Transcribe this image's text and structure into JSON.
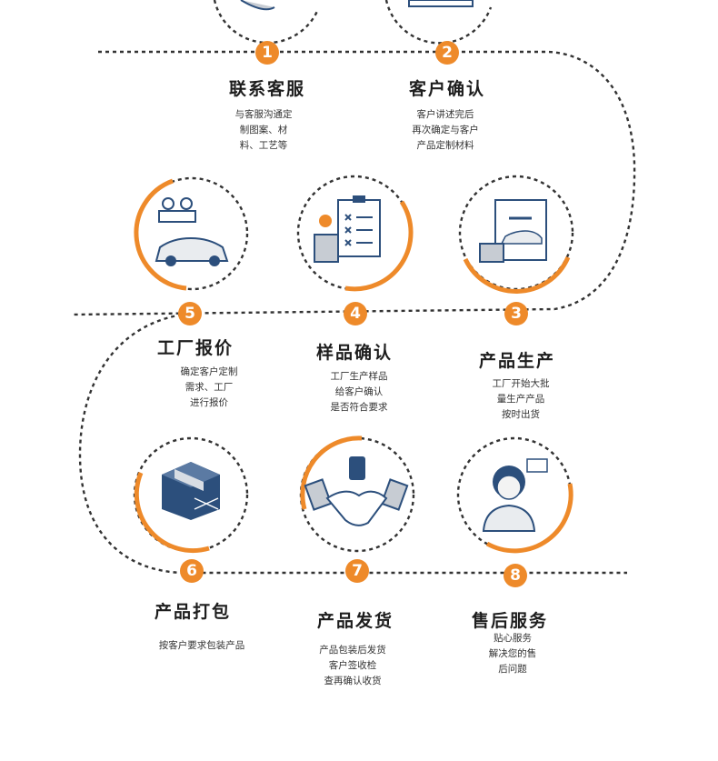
{
  "colors": {
    "accent": "#ee8a2a",
    "dash": "#333333",
    "icon_blue": "#2c4f7c"
  },
  "steps": [
    {
      "num": "1",
      "title": "联系客服",
      "lines": [
        "与客服沟通定",
        "制图案、材",
        "料、工艺等"
      ],
      "icon": "customer-service-icon"
    },
    {
      "num": "2",
      "title": "客户确认",
      "lines": [
        "客户讲述完后",
        "再次确定与客户",
        "产品定制材料"
      ],
      "icon": "confirmation-icon"
    },
    {
      "num": "3",
      "title": "产品生产",
      "lines": [
        "工厂开始大批",
        "量生产产品",
        "按时出货"
      ],
      "icon": "production-icon"
    },
    {
      "num": "4",
      "title": "样品确认",
      "lines": [
        "工厂生产样品",
        "给客户确认",
        "是否符合要求"
      ],
      "icon": "checklist-icon"
    },
    {
      "num": "5",
      "title": "工厂报价",
      "lines": [
        "确定客户定制",
        "需求、工厂",
        "进行报价"
      ],
      "icon": "car-dealer-icon"
    },
    {
      "num": "6",
      "title": "产品打包",
      "lines": [
        "按客户要求包装产品"
      ],
      "icon": "package-box-icon"
    },
    {
      "num": "7",
      "title": "产品发货",
      "lines": [
        "产品包装后发货",
        "客户签收检",
        "查再确认收货"
      ],
      "icon": "handshake-icon"
    },
    {
      "num": "8",
      "title": "售后服务",
      "lines": [
        "贴心服务",
        "解决您的售",
        "后问题"
      ],
      "icon": "support-agent-icon"
    }
  ]
}
